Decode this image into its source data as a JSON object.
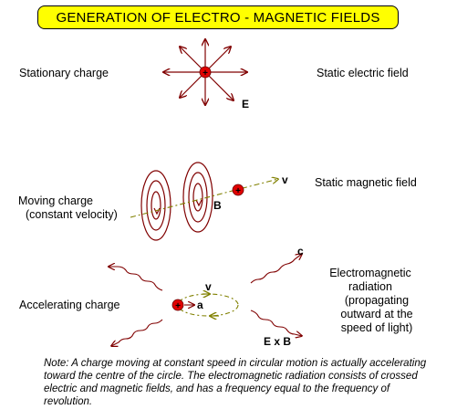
{
  "title": "GENERATION OF ELECTRO - MAGNETIC FIELDS",
  "rows": {
    "stationary": {
      "left": "Stationary charge",
      "right": "Static electric field",
      "field_symbol": "E"
    },
    "moving": {
      "left_line1": "Moving charge",
      "left_line2": "(constant velocity)",
      "right": "Static magnetic field",
      "velocity_symbol": "v",
      "field_symbol": "B"
    },
    "accelerating": {
      "left": "Accelerating charge",
      "right_lines": [
        "Electromagnetic",
        "radiation",
        "(propagating",
        "outward at the",
        "speed of light)"
      ],
      "velocity_symbol": "v",
      "accel_symbol": "a",
      "speed_symbol": "c",
      "cross_label": "E x B"
    }
  },
  "note": "Note:  A charge moving at constant speed in circular motion is actually accelerating toward the centre of the circle.  The electromagnetic radiation consists of crossed electric and magnetic fields, and has a frequency equal to the frequency of revolution.",
  "colors": {
    "title_bg": "#ffff00",
    "arrow": "#800000",
    "charge": "#e00000",
    "velocity_line": "#808000"
  },
  "charge_sign": "+"
}
